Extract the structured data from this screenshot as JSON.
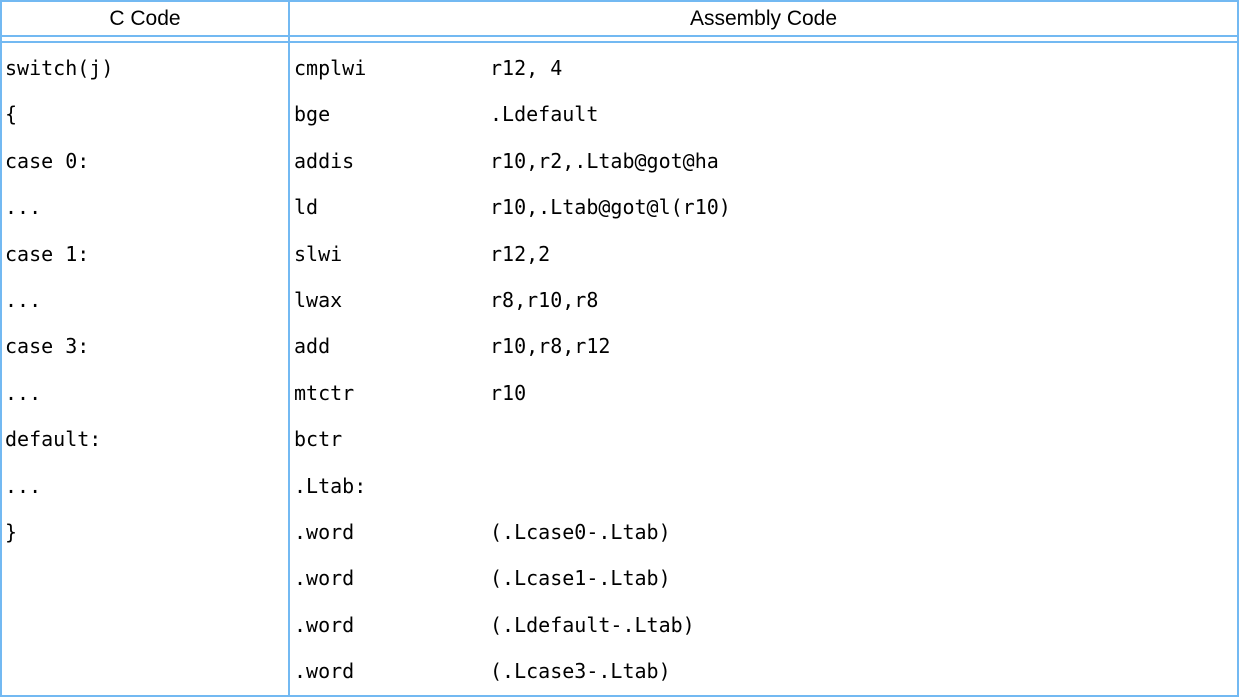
{
  "table": {
    "header": {
      "c_code": "C Code",
      "assembly_code": "Assembly Code"
    },
    "c_lines": [
      "switch(j)",
      "{",
      "case 0:",
      "...",
      "case 1:",
      "...",
      "case 3:",
      "...",
      "default:",
      "...",
      "}"
    ],
    "asm_lines": [
      {
        "mnemonic": "cmplwi",
        "operand": "r12, 4"
      },
      {
        "mnemonic": "bge",
        "operand": ".Ldefault"
      },
      {
        "mnemonic": "addis",
        "operand": "r10,r2,.Ltab@got@ha"
      },
      {
        "mnemonic": "ld",
        "operand": "r10,.Ltab@got@l(r10)"
      },
      {
        "mnemonic": "slwi",
        "operand": "r12,2"
      },
      {
        "mnemonic": "lwax",
        "operand": "r8,r10,r8"
      },
      {
        "mnemonic": "add",
        "operand": "r10,r8,r12"
      },
      {
        "mnemonic": "mtctr",
        "operand": "r10"
      },
      {
        "mnemonic": "bctr",
        "operand": ""
      },
      {
        "mnemonic": ".Ltab:",
        "operand": ""
      },
      {
        "mnemonic": ".word",
        "operand": "(.Lcase0-.Ltab)"
      },
      {
        "mnemonic": ".word",
        "operand": "(.Lcase1-.Ltab)"
      },
      {
        "mnemonic": ".word",
        "operand": "(.Ldefault-.Ltab)"
      },
      {
        "mnemonic": ".word",
        "operand": "(.Lcase3-.Ltab)"
      }
    ]
  },
  "colors": {
    "border": "#73b9f2",
    "text": "#000000",
    "background": "#ffffff"
  }
}
